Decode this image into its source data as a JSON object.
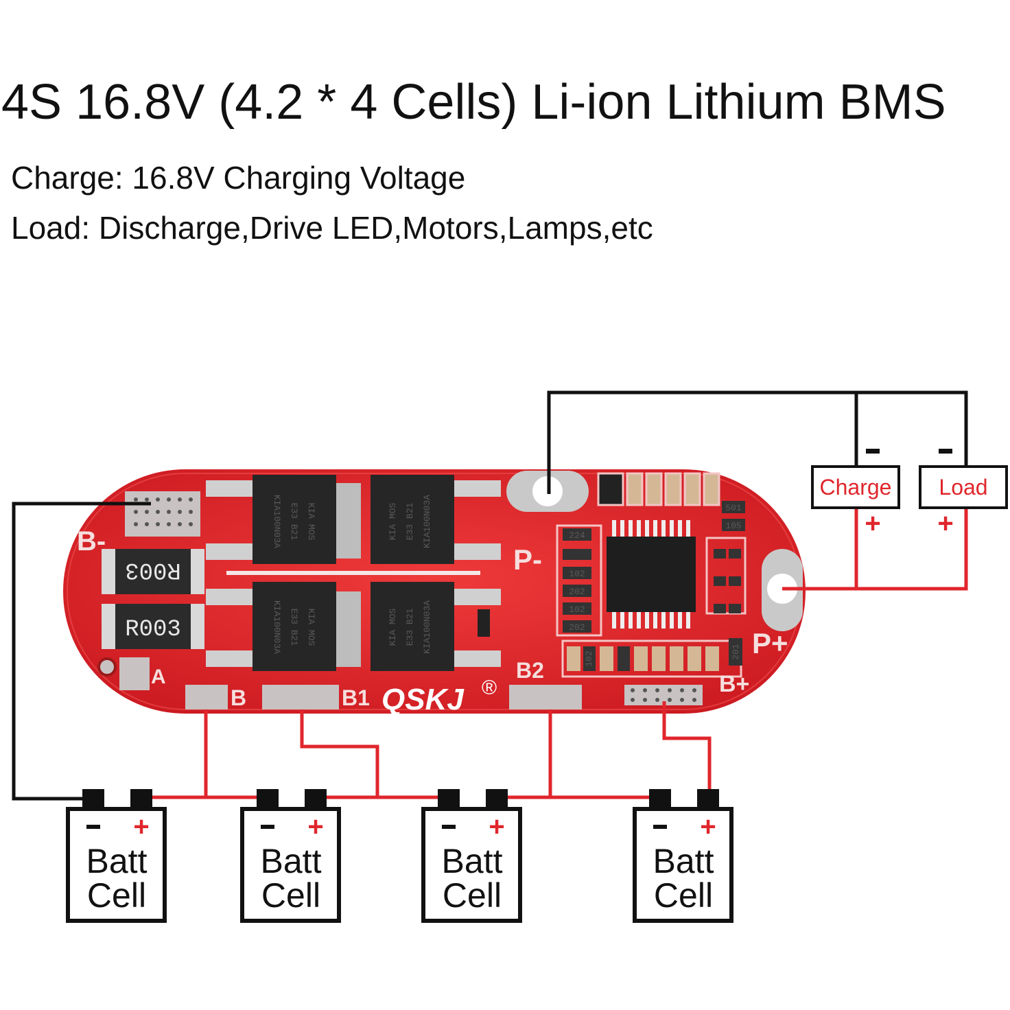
{
  "title": "4S 16.8V (4.2 * 4 Cells) Li-ion Lithium BMS",
  "lines": {
    "charge": "Charge: 16.8V Charging Voltage",
    "load": "Load: Discharge,Drive LED,Motors,Lamps,etc"
  },
  "board": {
    "brand": "QSKJ",
    "brand_mark": "®",
    "pads": {
      "b_minus": "B-",
      "p_minus": "P-",
      "p_plus": "P+",
      "b_plus": "B+",
      "a": "A",
      "b": "B",
      "b1": "B1",
      "b2": "B2"
    },
    "resistors": [
      "R003",
      "R003"
    ],
    "mosfet_lines": [
      "KIA MOS",
      "E33 B21",
      "KIA100N03A"
    ],
    "smd_codes": [
      "224",
      "102",
      "202",
      "102",
      "202",
      "501",
      "105",
      "102",
      "201"
    ]
  },
  "terminals": {
    "charge_label": "Charge",
    "load_label": "Load",
    "minus": "-",
    "plus": "+"
  },
  "cells": {
    "line1": "Batt",
    "line2": "Cell",
    "minus": "-",
    "plus": "+"
  },
  "colors": {
    "board": "#e3262d",
    "wire_red": "#e0262c",
    "wire_black": "#111111"
  }
}
